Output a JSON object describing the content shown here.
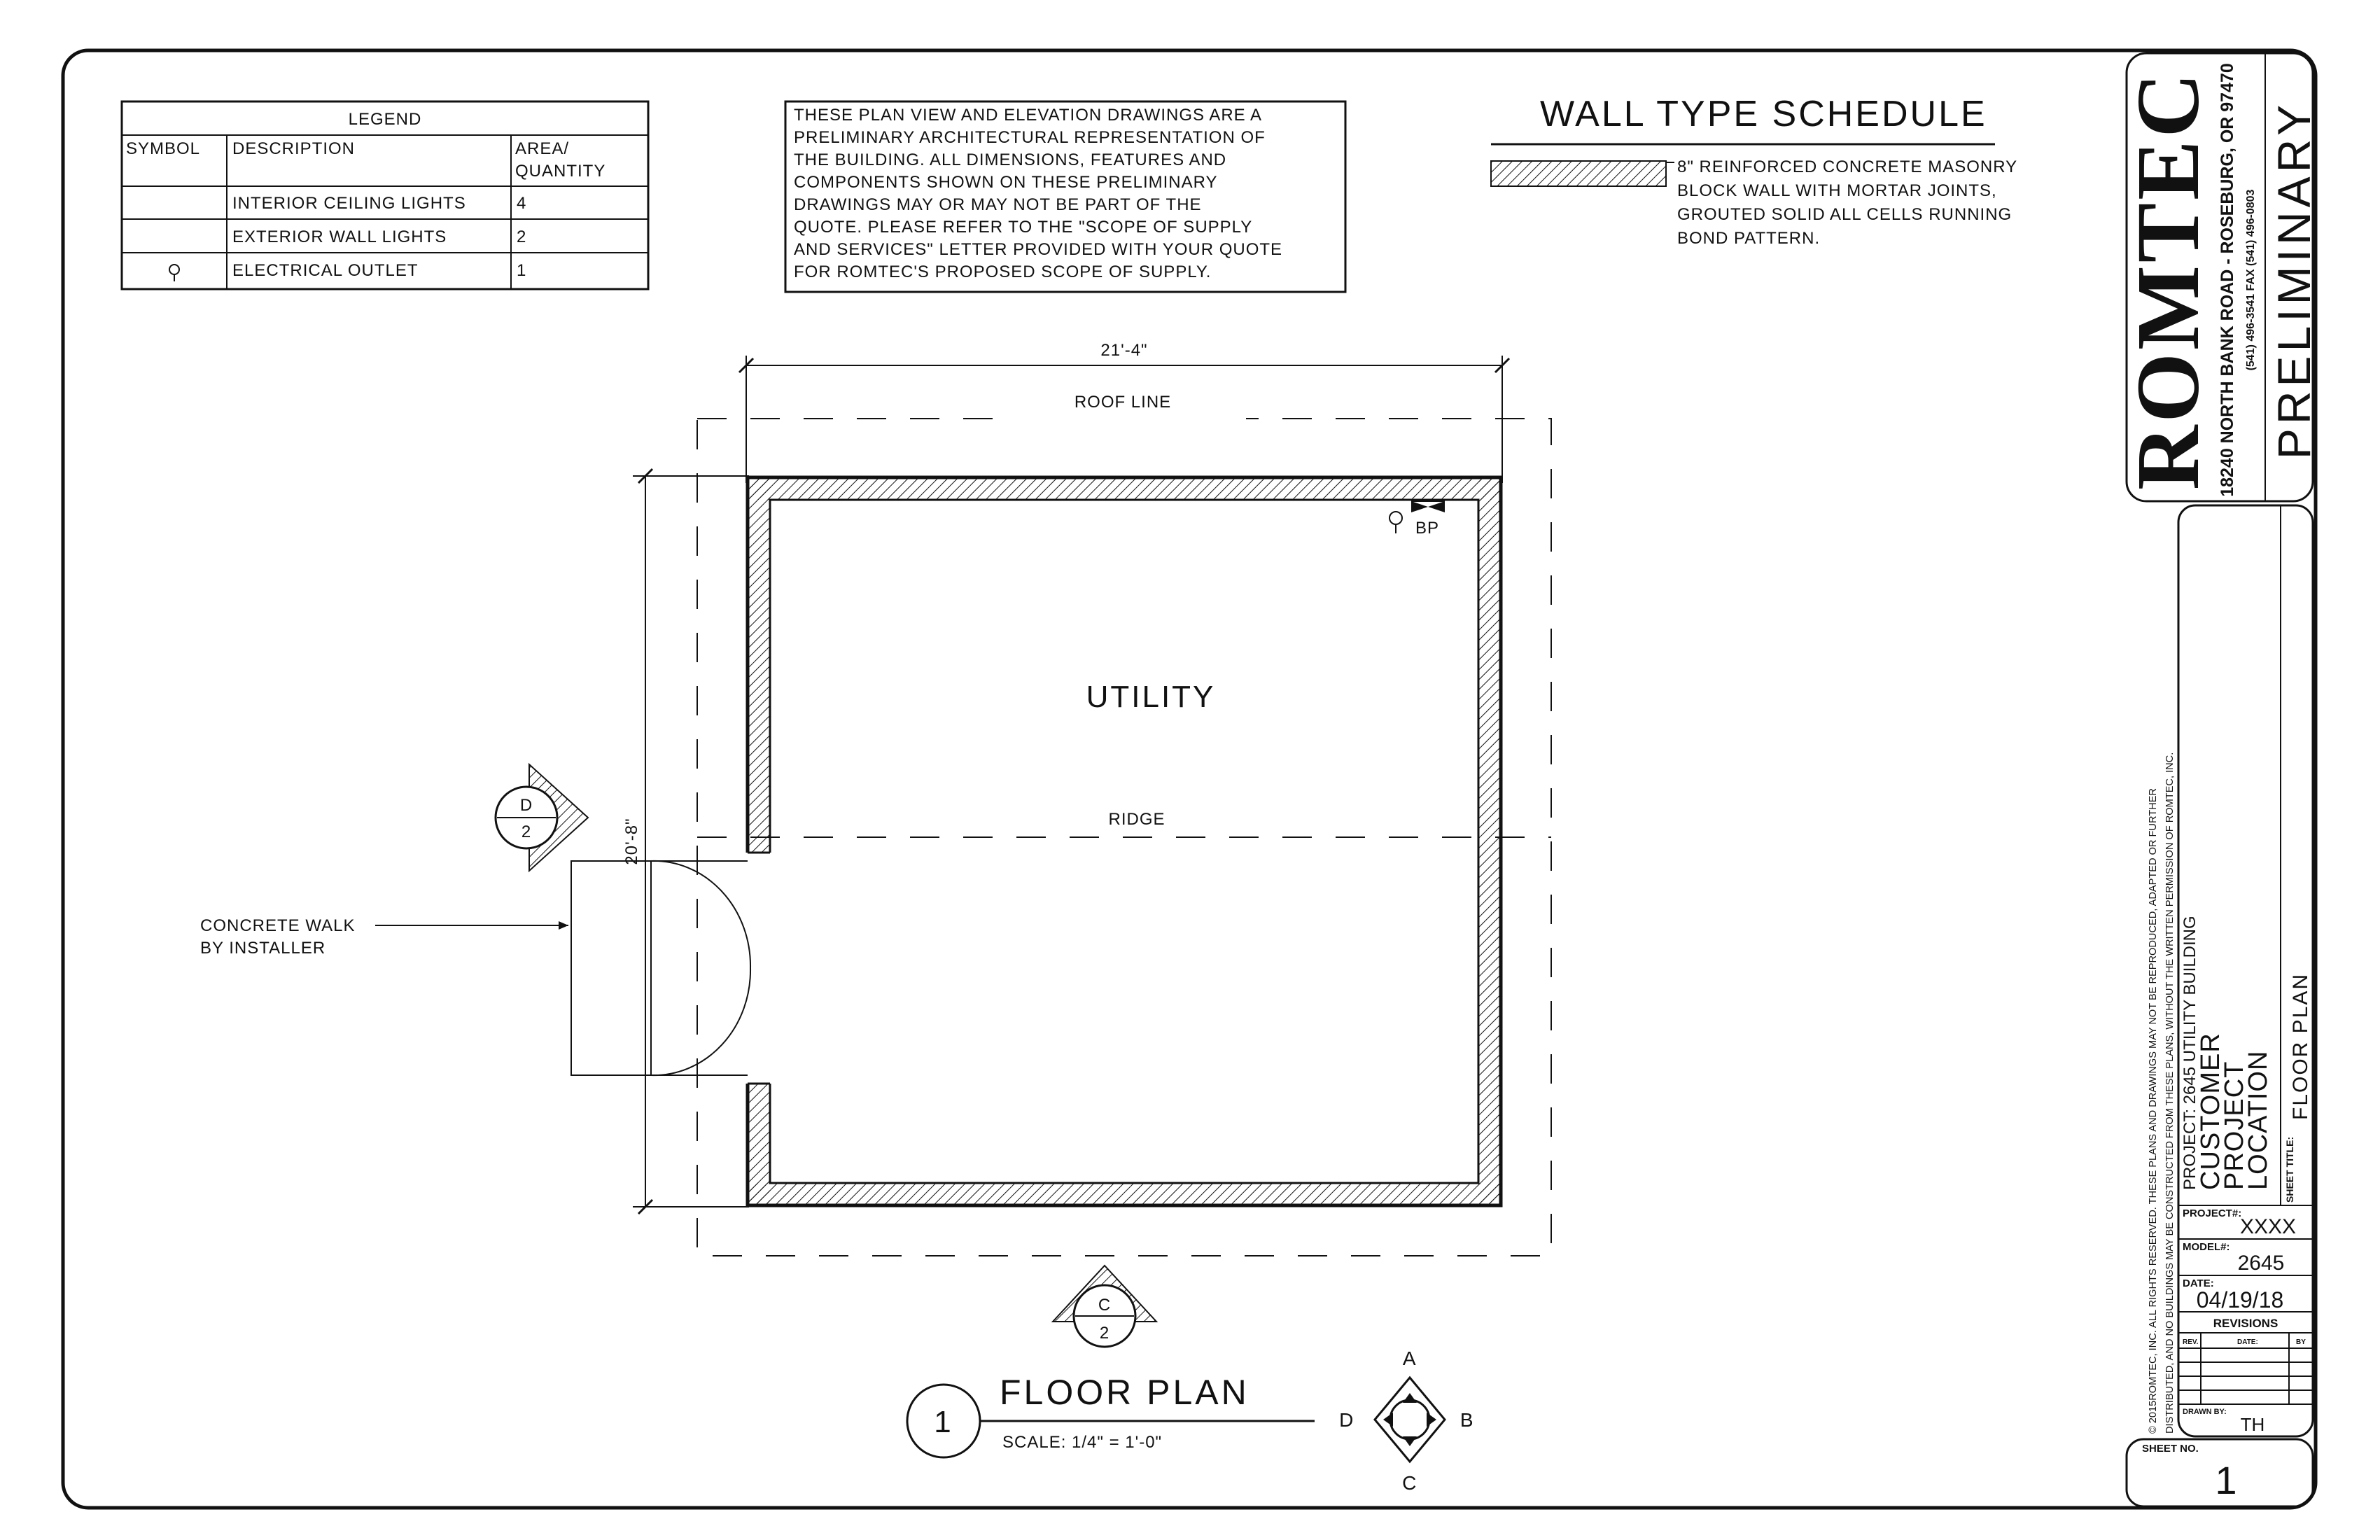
{
  "legend": {
    "title": "LEGEND",
    "headers": [
      "SYMBOL",
      "DESCRIPTION",
      "AREA/",
      "QUANTITY"
    ],
    "rows": [
      {
        "symbol": "",
        "description": "INTERIOR CEILING LIGHTS",
        "quantity": "4"
      },
      {
        "symbol": "",
        "description": "EXTERIOR WALL LIGHTS",
        "quantity": "2"
      },
      {
        "symbol": "outlet-symbol-icon",
        "description": "ELECTRICAL OUTLET",
        "quantity": "1"
      }
    ]
  },
  "disclaimer": {
    "lines": [
      "THESE PLAN VIEW AND ELEVATION DRAWINGS ARE A",
      "PRELIMINARY ARCHITECTURAL REPRESENTATION OF",
      "THE BUILDING. ALL DIMENSIONS, FEATURES AND",
      "COMPONENTS SHOWN ON THESE PRELIMINARY",
      "DRAWINGS MAY OR MAY NOT BE PART OF THE",
      "QUOTE. PLEASE REFER TO THE \"SCOPE OF SUPPLY",
      "AND SERVICES\" LETTER PROVIDED WITH YOUR QUOTE",
      "FOR ROMTEC'S PROPOSED SCOPE OF SUPPLY."
    ]
  },
  "wall_schedule": {
    "title": "WALL TYPE SCHEDULE",
    "lines": [
      "8\" REINFORCED CONCRETE MASONRY",
      "BLOCK WALL WITH MORTAR JOINTS,",
      "GROUTED SOLID ALL CELLS RUNNING",
      "BOND PATTERN."
    ]
  },
  "plan": {
    "width_dim": "21'-4\"",
    "depth_dim": "20'-8\"",
    "roof_line": "ROOF LINE",
    "ridge": "RIDGE",
    "room": "UTILITY",
    "bp": "BP",
    "walk_lines": [
      "CONCRETE WALK",
      "BY INSTALLER"
    ],
    "section_d": {
      "letter": "D",
      "sheet": "2"
    },
    "section_c": {
      "letter": "C",
      "sheet": "2"
    }
  },
  "plan_title": {
    "number": "1",
    "title": "FLOOR PLAN",
    "scale": "SCALE: 1/4\" = 1'-0\""
  },
  "compass": {
    "top": "A",
    "right": "B",
    "bottom": "C",
    "left": "D"
  },
  "title_block": {
    "logo": "ROMTEC",
    "address": "18240 NORTH BANK ROAD - ROSEBURG, OR 97470",
    "phone": "(541) 496-3541   FAX (541) 496-0803",
    "status": "PRELIMINARY",
    "copyright_1": "© 2015ROMTEC, INC. ALL RIGHTS RESERVED. THESE PLANS AND DRAWINGS MAY NOT BE REPRODUCED, ADAPTED OR FURTHER",
    "copyright_2": "DISTRIBUTED, AND NO BUILDINGS MAY BE CONSTRUCTED FROM THESE PLANS, WITHOUT THE WRITTEN PERMISSION OF ROMTEC, INC.",
    "project_label": "PROJECT: 2645 UTILITY BUILDING",
    "customer_lines": [
      "CUSTOMER",
      "PROJECT",
      "LOCATION"
    ],
    "sheet_title_label": "SHEET TITLE:",
    "sheet_title": "FLOOR PLAN",
    "project_no_label": "PROJECT#:",
    "project_no": "XXXX",
    "model_label": "MODEL#:",
    "model_no": "2645",
    "date_label": "DATE:",
    "date": "04/19/18",
    "revisions_label": "REVISIONS",
    "rev_headers": [
      "REV.",
      "DATE:",
      "BY"
    ],
    "drawn_by_label": "DRAWN BY:",
    "drawn_by": "TH",
    "sheet_no_label": "SHEET NO.",
    "sheet_no": "1"
  }
}
